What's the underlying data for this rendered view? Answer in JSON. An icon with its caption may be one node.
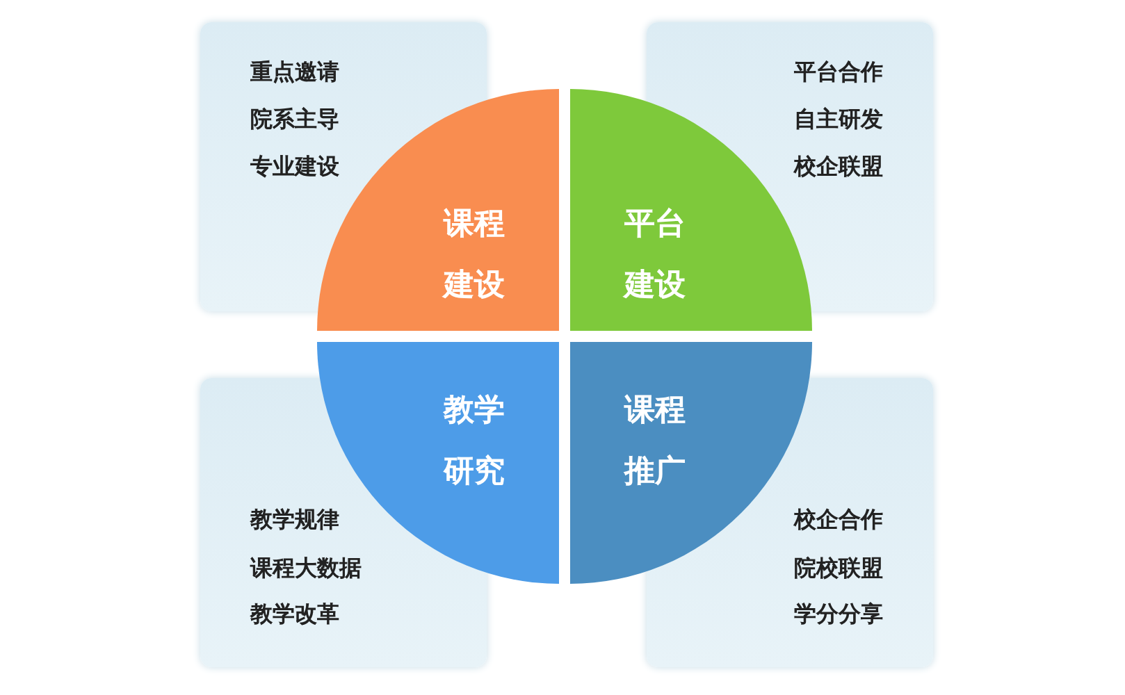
{
  "diagram": {
    "nodes": [
      {
        "text": [
          "重点邀请",
          "院系主导",
          "专业建设"
        ]
      },
      {
        "text": [
          "平台合作",
          "自主研发",
          "校企联盟"
        ]
      },
      {
        "text": [
          "教学规律",
          "课程大数据",
          "教学改革"
        ]
      },
      {
        "text": [
          "校企合作",
          "院校联盟",
          "学分分享"
        ]
      },
      {
        "text": [
          "课程建设"
        ]
      },
      {
        "text": [
          "平台建设"
        ]
      },
      {
        "text": [
          "教学研究"
        ]
      },
      {
        "text": [
          "课程推广"
        ]
      }
    ]
  }
}
